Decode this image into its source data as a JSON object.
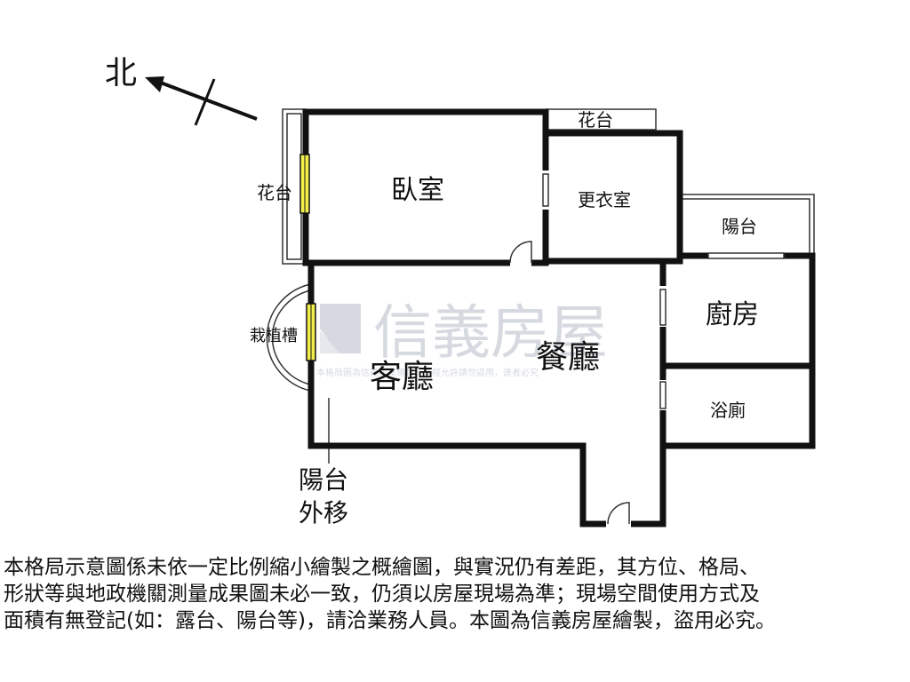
{
  "compass": {
    "north_label": "北"
  },
  "rooms": {
    "bedroom": "臥室",
    "closet": "更衣室",
    "balcony_right": "陽台",
    "kitchen": "廚房",
    "dining": "餐廳",
    "living": "客廳",
    "bathroom": "浴廁",
    "planter_top": "花台",
    "planter_left": "花台",
    "planting_trough": "栽植槽",
    "balcony_moved_line1": "陽台",
    "balcony_moved_line2": "外移"
  },
  "watermark": {
    "brand": "信義房屋",
    "notice": "本格局圖為信義房屋繪製，未經允許請勿盜用，違者必究"
  },
  "disclaimer": {
    "line1": "本格局示意圖係未依一定比例縮小繪製之概繪圖，與實況仍有差距，其方位、格局、",
    "line2": "形狀等與地政機關測量成果圖未必一致，仍須以房屋現場為準；現場空間使用方式及",
    "line3": "面積有無登記(如：露台、陽台等)，請洽業務人員。本圖為信義房屋繪製，盜用必究。"
  },
  "colors": {
    "wall": "#111111",
    "window_yellow": "#f2ee4a",
    "watermark": "#c9ced6"
  }
}
